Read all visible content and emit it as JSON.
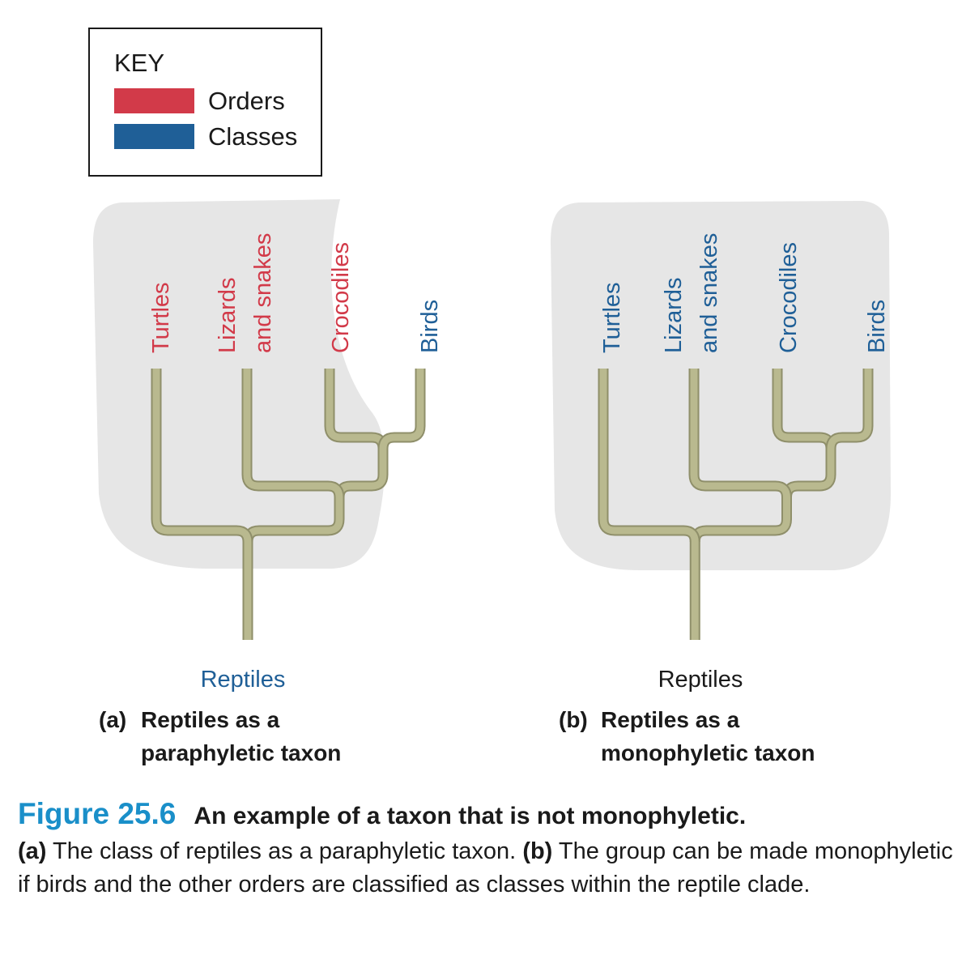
{
  "colors": {
    "orders": "#d23a49",
    "classes": "#1f5f97",
    "background_blob": "#e6e6e6",
    "branch": "#b9b98f",
    "figure_number": "#1a8fc9"
  },
  "key": {
    "title": "KEY",
    "items": [
      {
        "label": "Orders",
        "color": "#d23a49"
      },
      {
        "label": "Classes",
        "color": "#1f5f97"
      }
    ]
  },
  "panels": [
    {
      "id": "a",
      "taxa": [
        {
          "lines": [
            "Turtles"
          ],
          "rank": "orders"
        },
        {
          "lines": [
            "Lizards",
            "and snakes"
          ],
          "rank": "orders"
        },
        {
          "lines": [
            "Crocodiles"
          ],
          "rank": "orders"
        },
        {
          "lines": [
            "Birds"
          ],
          "rank": "classes"
        }
      ],
      "group_label": "Reptiles",
      "group_rank": "classes",
      "caption_letter": "(a)",
      "caption_lines": [
        "Reptiles as a",
        "paraphyletic taxon"
      ]
    },
    {
      "id": "b",
      "taxa": [
        {
          "lines": [
            "Turtles"
          ],
          "rank": "classes"
        },
        {
          "lines": [
            "Lizards",
            "and snakes"
          ],
          "rank": "classes"
        },
        {
          "lines": [
            "Crocodiles"
          ],
          "rank": "classes"
        },
        {
          "lines": [
            "Birds"
          ],
          "rank": "classes"
        }
      ],
      "group_label": "Reptiles",
      "group_rank": "none",
      "caption_letter": "(b)",
      "caption_lines": [
        "Reptiles as a",
        "monophyletic taxon"
      ]
    }
  ],
  "figure_caption": {
    "number": "Figure 25.6",
    "title": "An example of a taxon that is not monophyletic.",
    "part_a_letter": "(a)",
    "part_a_text": "The class of reptiles as a paraphyletic taxon.",
    "part_b_letter": "(b)",
    "part_b_text": "The group can be made monophyletic if birds and the other orders are classified as classes within the reptile clade."
  }
}
